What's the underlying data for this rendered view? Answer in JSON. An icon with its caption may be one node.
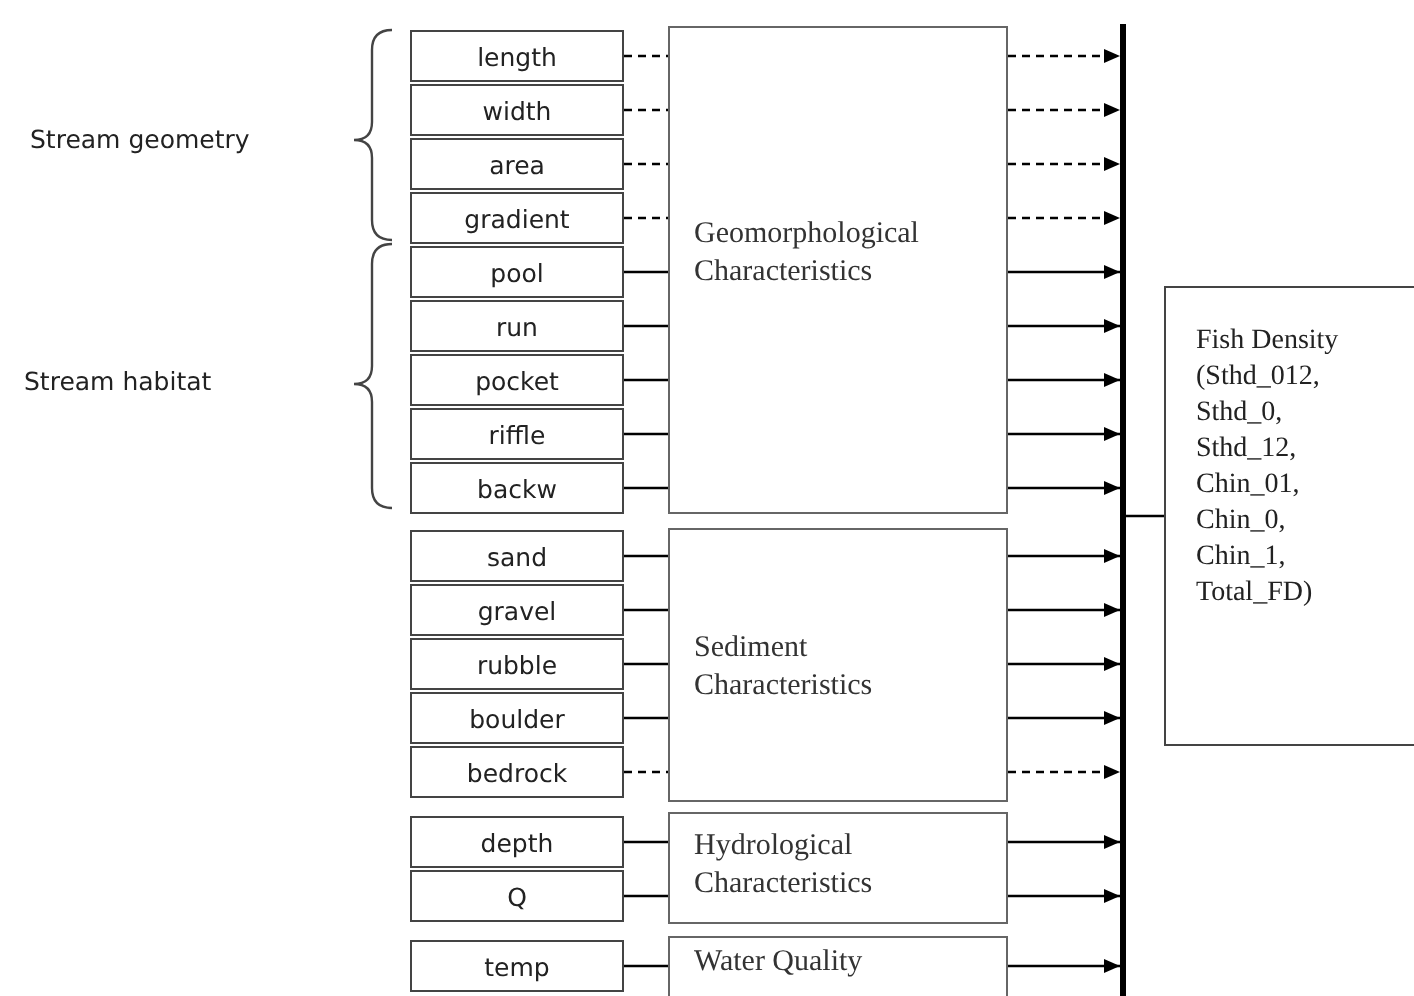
{
  "diagram": {
    "nodes": [
      {
        "text": [
          "length"
        ]
      },
      {
        "text": [
          "width"
        ]
      },
      {
        "text": [
          "area"
        ]
      },
      {
        "text": [
          "gradient"
        ]
      },
      {
        "text": [
          "pool"
        ]
      },
      {
        "text": [
          "run"
        ]
      },
      {
        "text": [
          "pocket"
        ]
      },
      {
        "text": [
          "riffle"
        ]
      },
      {
        "text": [
          "backw"
        ]
      },
      {
        "text": [
          "Geomorphological Characteristics"
        ]
      },
      {
        "text": [
          "sand"
        ]
      },
      {
        "text": [
          "gravel"
        ]
      },
      {
        "text": [
          "rubble"
        ]
      },
      {
        "text": [
          "boulder"
        ]
      },
      {
        "text": [
          "bedrock"
        ]
      },
      {
        "text": [
          "Sediment Characteristics"
        ]
      },
      {
        "text": [
          "depth"
        ]
      },
      {
        "text": [
          "Q"
        ]
      },
      {
        "text": [
          "Hydrological Characteristics"
        ]
      },
      {
        "text": [
          "temp"
        ]
      },
      {
        "text": [
          "Water Quality"
        ]
      },
      {
        "text": [],
        "shape": "bar"
      },
      {
        "text": [
          "Fish Density (Sthd_012, Sthd_0, Sthd_12, Chin_01, Chin_0, Chin_1, Total_FD)"
        ]
      }
    ],
    "edges": [
      {
        "from": 0,
        "to": 9,
        "arrow": "none",
        "style": "dashed"
      },
      {
        "from": 9,
        "to": 21,
        "arrow": "to",
        "style": "dashed"
      },
      {
        "from": 1,
        "to": 9,
        "arrow": "none",
        "style": "dashed"
      },
      {
        "from": 9,
        "to": 21,
        "arrow": "to",
        "style": "dashed"
      },
      {
        "from": 2,
        "to": 9,
        "arrow": "none",
        "style": "dashed"
      },
      {
        "from": 9,
        "to": 21,
        "arrow": "to",
        "style": "dashed"
      },
      {
        "from": 3,
        "to": 9,
        "arrow": "none",
        "style": "dashed"
      },
      {
        "from": 9,
        "to": 21,
        "arrow": "to",
        "style": "dashed"
      },
      {
        "from": 4,
        "to": 9,
        "arrow": "none"
      },
      {
        "from": 9,
        "to": 21,
        "arrow": "to"
      },
      {
        "from": 5,
        "to": 9,
        "arrow": "none"
      },
      {
        "from": 9,
        "to": 21,
        "arrow": "to"
      },
      {
        "from": 6,
        "to": 9,
        "arrow": "none"
      },
      {
        "from": 9,
        "to": 21,
        "arrow": "to"
      },
      {
        "from": 7,
        "to": 9,
        "arrow": "none"
      },
      {
        "from": 9,
        "to": 21,
        "arrow": "to"
      },
      {
        "from": 8,
        "to": 9,
        "arrow": "none"
      },
      {
        "from": 9,
        "to": 21,
        "arrow": "to"
      },
      {
        "from": 10,
        "to": 15,
        "arrow": "none"
      },
      {
        "from": 15,
        "to": 21,
        "arrow": "to"
      },
      {
        "from": 11,
        "to": 15,
        "arrow": "none"
      },
      {
        "from": 15,
        "to": 21,
        "arrow": "to"
      },
      {
        "from": 12,
        "to": 15,
        "arrow": "none"
      },
      {
        "from": 15,
        "to": 21,
        "arrow": "to"
      },
      {
        "from": 13,
        "to": 15,
        "arrow": "none"
      },
      {
        "from": 15,
        "to": 21,
        "arrow": "to"
      },
      {
        "from": 14,
        "to": 15,
        "arrow": "none",
        "style": "dashed"
      },
      {
        "from": 15,
        "to": 21,
        "arrow": "to",
        "style": "dashed"
      },
      {
        "from": 16,
        "to": 18,
        "arrow": "none"
      },
      {
        "from": 18,
        "to": 21,
        "arrow": "to"
      },
      {
        "from": 17,
        "to": 18,
        "arrow": "none"
      },
      {
        "from": 18,
        "to": 21,
        "arrow": "to"
      },
      {
        "from": 19,
        "to": 20,
        "arrow": "none"
      },
      {
        "from": 20,
        "to": 21,
        "arrow": "to"
      },
      {
        "from": 21,
        "to": 22,
        "arrow": "none"
      }
    ],
    "labels": [
      "Stream geometry",
      "Stream habitat"
    ]
  }
}
